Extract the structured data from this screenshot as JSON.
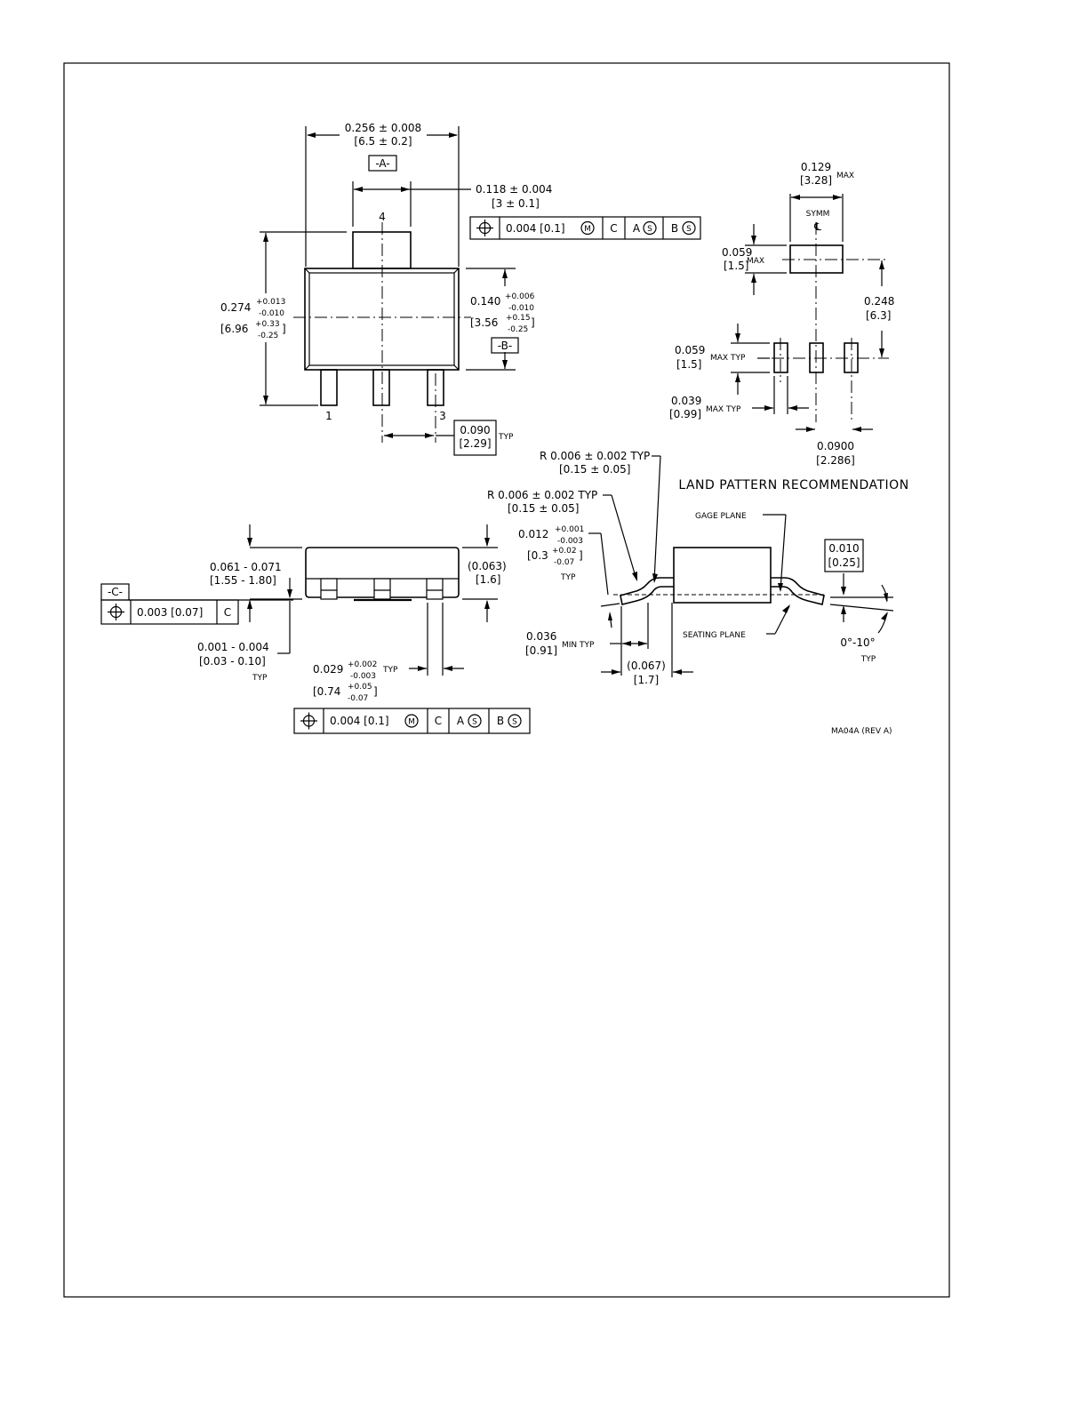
{
  "top_view": {
    "pin_labels": [
      "1",
      "3",
      "4"
    ],
    "body_width": [
      "0.256 ± 0.008",
      "[6.5 ± 0.2]"
    ],
    "datum_a": "-A-",
    "tab_width": [
      "0.118 ± 0.004",
      "[3 ± 0.1]"
    ],
    "height_main": "0.274",
    "height_main_tol": [
      "+0.013",
      "-0.010"
    ],
    "height_metric": "[6.96",
    "height_metric_tol": [
      "+0.33",
      "-0.25"
    ],
    "height_metric_close": "]",
    "body_height": "0.140",
    "body_height_tol": [
      "+0.006",
      "-0.010"
    ],
    "body_height_metric": "[3.56",
    "body_height_metric_tol": [
      "+0.15",
      "-0.25"
    ],
    "body_height_metric_close": "]",
    "datum_b": "-B-",
    "pitch": [
      "0.090",
      "[2.29]"
    ],
    "pitch_suffix": "TYP",
    "fcf": {
      "tolerance": "0.004 [0.1]",
      "modifier": "M",
      "datum_c": "C",
      "datum_a": "A",
      "datum_a_mod": "S",
      "datum_b": "B",
      "datum_b_mod": "S"
    }
  },
  "land_pattern": {
    "title": "LAND PATTERN RECOMMENDATION",
    "tab_width": [
      "0.129",
      "[3.28]"
    ],
    "tab_width_suffix": "MAX",
    "symm": "SYMM",
    "centerline": "℄",
    "tab_height": [
      "0.059",
      "[1.5]"
    ],
    "tab_height_suffix": "MAX",
    "row_spacing": [
      "0.248",
      "[6.3]"
    ],
    "pad_height": [
      "0.059",
      "[1.5]"
    ],
    "pad_height_suffix": "MAX TYP",
    "pad_width": [
      "0.039",
      "[0.99]"
    ],
    "pad_width_suffix": "MAX TYP",
    "pad_pitch": [
      "0.0900",
      "[2.286]"
    ]
  },
  "side_view": {
    "height_range": [
      "0.061 - 0.071",
      "[1.55 - 1.80]"
    ],
    "height_ref": [
      "(0.063)",
      "[1.6]"
    ],
    "datum_c": "-C-",
    "fcf_tolerance": "0.003 [0.07]",
    "fcf_datum": "C",
    "standoff": [
      "0.001 - 0.004",
      "[0.03 - 0.10]",
      "TYP"
    ],
    "lead_width": "0.029",
    "lead_width_tol": [
      "+0.002",
      "-0.003"
    ],
    "lead_width_suffix": "TYP",
    "lead_width_metric": "[0.74",
    "lead_width_metric_tol": [
      "+0.05",
      "-0.07"
    ],
    "lead_width_metric_close": "]",
    "fcf": {
      "tolerance": "0.004 [0.1]",
      "modifier": "M",
      "datum_c": "C",
      "datum_a": "A",
      "datum_a_mod": "S",
      "datum_b": "B",
      "datum_b_mod": "S"
    }
  },
  "detail_view": {
    "radius_upper": [
      "R 0.006 ± 0.002 TYP",
      "[0.15 ± 0.05]"
    ],
    "radius_lower": [
      "R 0.006 ± 0.002 TYP",
      "[0.15 ± 0.05]"
    ],
    "gage_plane": "GAGE PLANE",
    "lead_thk": "0.012",
    "lead_thk_tol": [
      "+0.001",
      "-0.003"
    ],
    "lead_thk_metric": "[0.3",
    "lead_thk_metric_tol": [
      "+0.02",
      "-0.07"
    ],
    "lead_thk_metric_close": "]",
    "lead_thk_suffix": "TYP",
    "gage_height": [
      "0.010",
      "[0.25]"
    ],
    "seating_plane": "SEATING PLANE",
    "foot_length": [
      "0.036",
      "[0.91]"
    ],
    "foot_length_suffix": "MIN TYP",
    "lead_length": [
      "(0.067)",
      "[1.7]"
    ],
    "angle": [
      "0°-10°",
      "TYP"
    ]
  },
  "drawing_id": "MA04A (REV A)"
}
